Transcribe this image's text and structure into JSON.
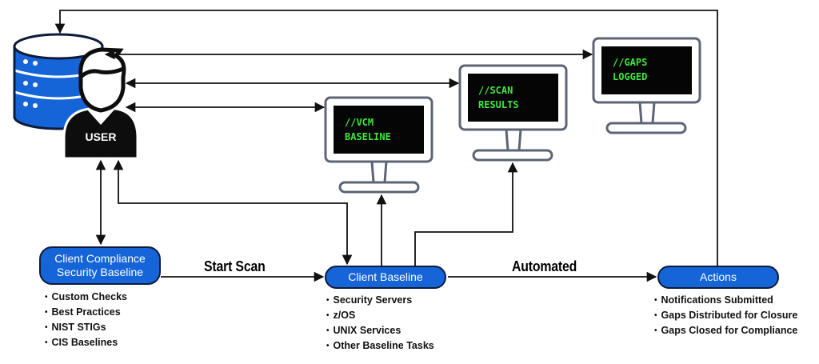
{
  "user": {
    "label": "USER"
  },
  "monitors": [
    {
      "id": "vcm",
      "line1": "//VCM",
      "line2": "BASELINE"
    },
    {
      "id": "scan",
      "line1": "//SCAN",
      "line2": "RESULTS"
    },
    {
      "id": "gaps",
      "line1": "//GAPS",
      "line2": "LOGGED"
    }
  ],
  "nodes": {
    "client_compliance": {
      "line1": "Client Compliance",
      "line2": "Security Baseline"
    },
    "client_baseline": {
      "label": "Client Baseline"
    },
    "actions": {
      "label": "Actions"
    }
  },
  "edges": {
    "start_scan": "Start Scan",
    "automated": "Automated"
  },
  "lists": {
    "compliance": [
      "Custom Checks",
      "Best Practices",
      "NIST STIGs",
      "CIS Baselines"
    ],
    "baseline": [
      "Security Servers",
      "z/OS",
      "UNIX Services",
      "Other Baseline Tasks"
    ],
    "actions": [
      "Notifications Submitted",
      "Gaps Distributed for Closure",
      "Gaps Closed for Compliance"
    ]
  },
  "colors": {
    "node_fill": "#1565d8",
    "outline": "#0d1b3a",
    "screen_text": "#3ee63e",
    "monitor_frame": "#5c6475"
  }
}
